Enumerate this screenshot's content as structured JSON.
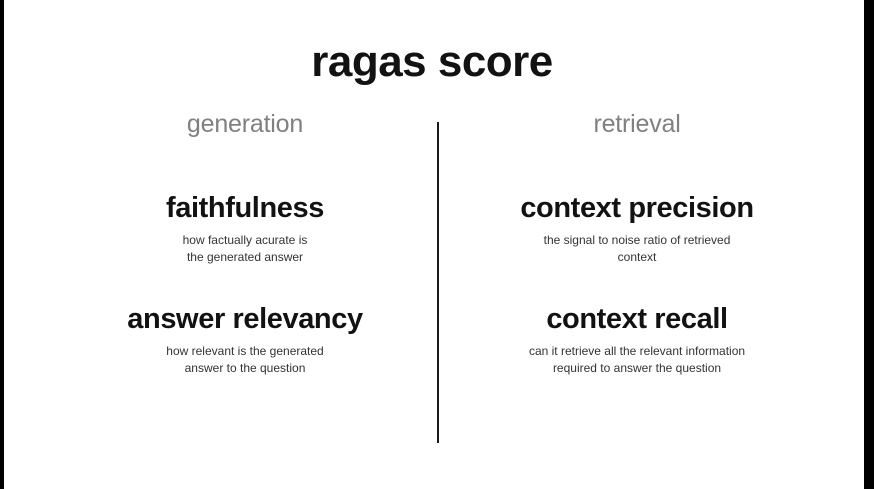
{
  "slide": {
    "title": "ragas score",
    "background_color": "#ffffff",
    "edge_bar_color": "#000000",
    "title_color": "#121212",
    "header_color": "#808080",
    "description_color": "#333333",
    "divider_color": "#1a1a1a"
  },
  "columns": [
    {
      "id": "generation",
      "header": "generation",
      "metrics": [
        {
          "name": "faithfulness",
          "description_lines": [
            "how factually acurate is",
            "the generated answer"
          ]
        },
        {
          "name": "answer relevancy",
          "description_lines": [
            "how relevant is the generated",
            "answer to the question"
          ]
        }
      ]
    },
    {
      "id": "retrieval",
      "header": "retrieval",
      "metrics": [
        {
          "name": "context precision",
          "description_lines": [
            "the signal to noise ratio of retrieved",
            "context"
          ]
        },
        {
          "name": "context recall",
          "description_lines": [
            "can it retrieve all the relevant information",
            "required to answer the question"
          ]
        }
      ]
    }
  ]
}
